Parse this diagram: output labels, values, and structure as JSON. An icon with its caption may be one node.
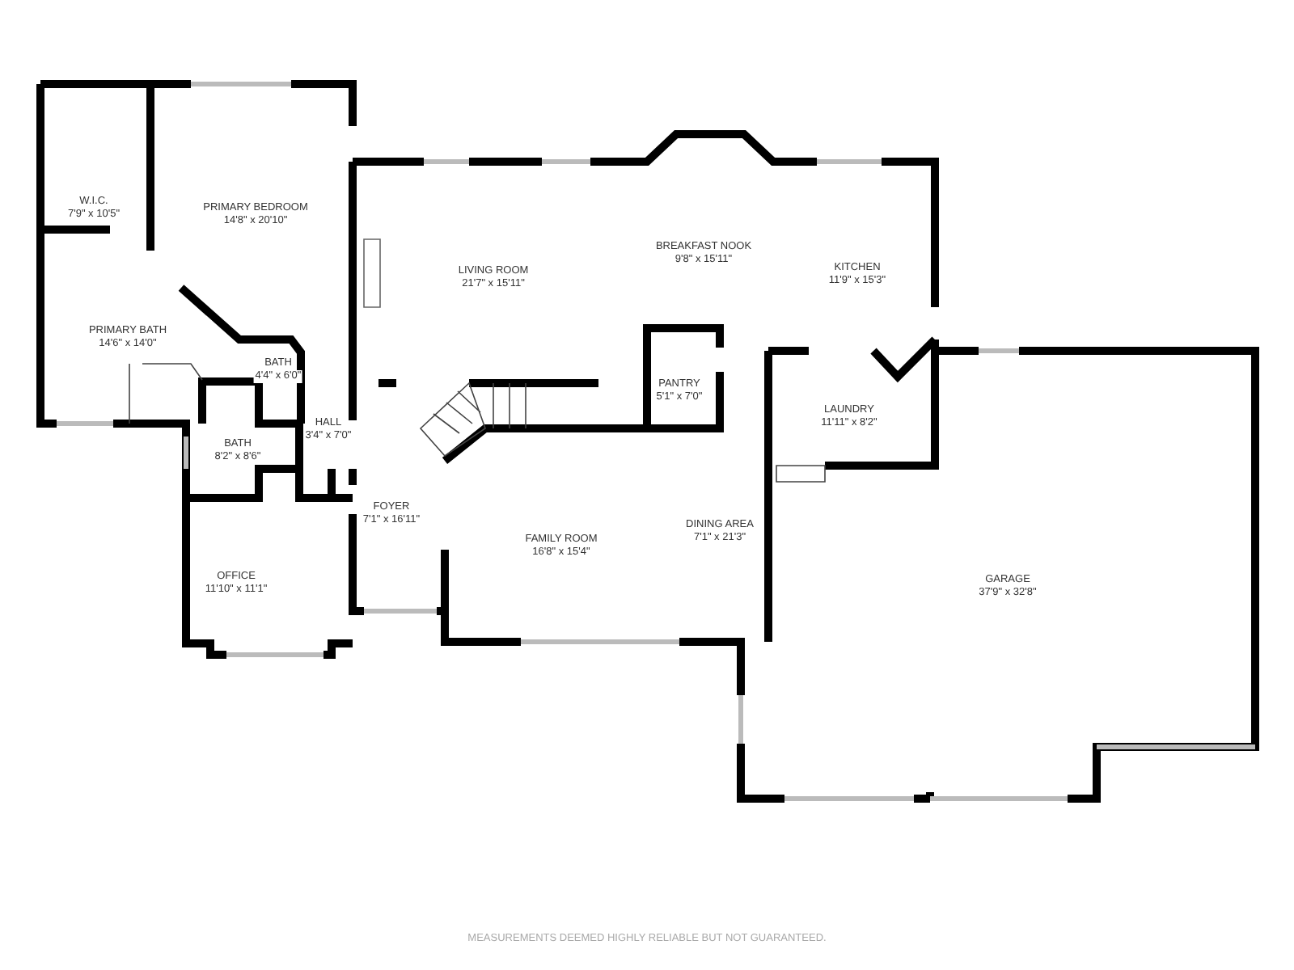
{
  "diagram": {
    "labels": [
      "W.I.C.",
      "7'9\" x 10'5\"",
      "PRIMARY BEDROOM",
      "14'8\" x 20'10\"",
      "LIVING ROOM",
      "21'7\" x 15'11\"",
      "BREAKFAST NOOK",
      "9'8\" x 15'11\"",
      "KITCHEN",
      "11'9\" x 15'3\"",
      "PRIMARY BATH",
      "14'6\" x 14'0\"",
      "BATH",
      "4'4\" x 6'0\"",
      "PANTRY",
      "5'1\" x 7'0\"",
      "LAUNDRY",
      "11'11\" x 8'2\"",
      "HALL",
      "3'4\" x 7'0\"",
      "BATH",
      "8'2\" x 8'6\"",
      "FOYER",
      "7'1\" x 16'11\"",
      "FAMILY ROOM",
      "16'8\" x 15'4\"",
      "DINING AREA",
      "7'1\" x 21'3\"",
      "OFFICE",
      "11'10\" x 11'1\"",
      "GARAGE",
      "37'9\" x 32'8\"",
      "MEASUREMENTS DEEMED HIGHLY RELIABLE BUT NOT GUARANTEED."
    ]
  }
}
